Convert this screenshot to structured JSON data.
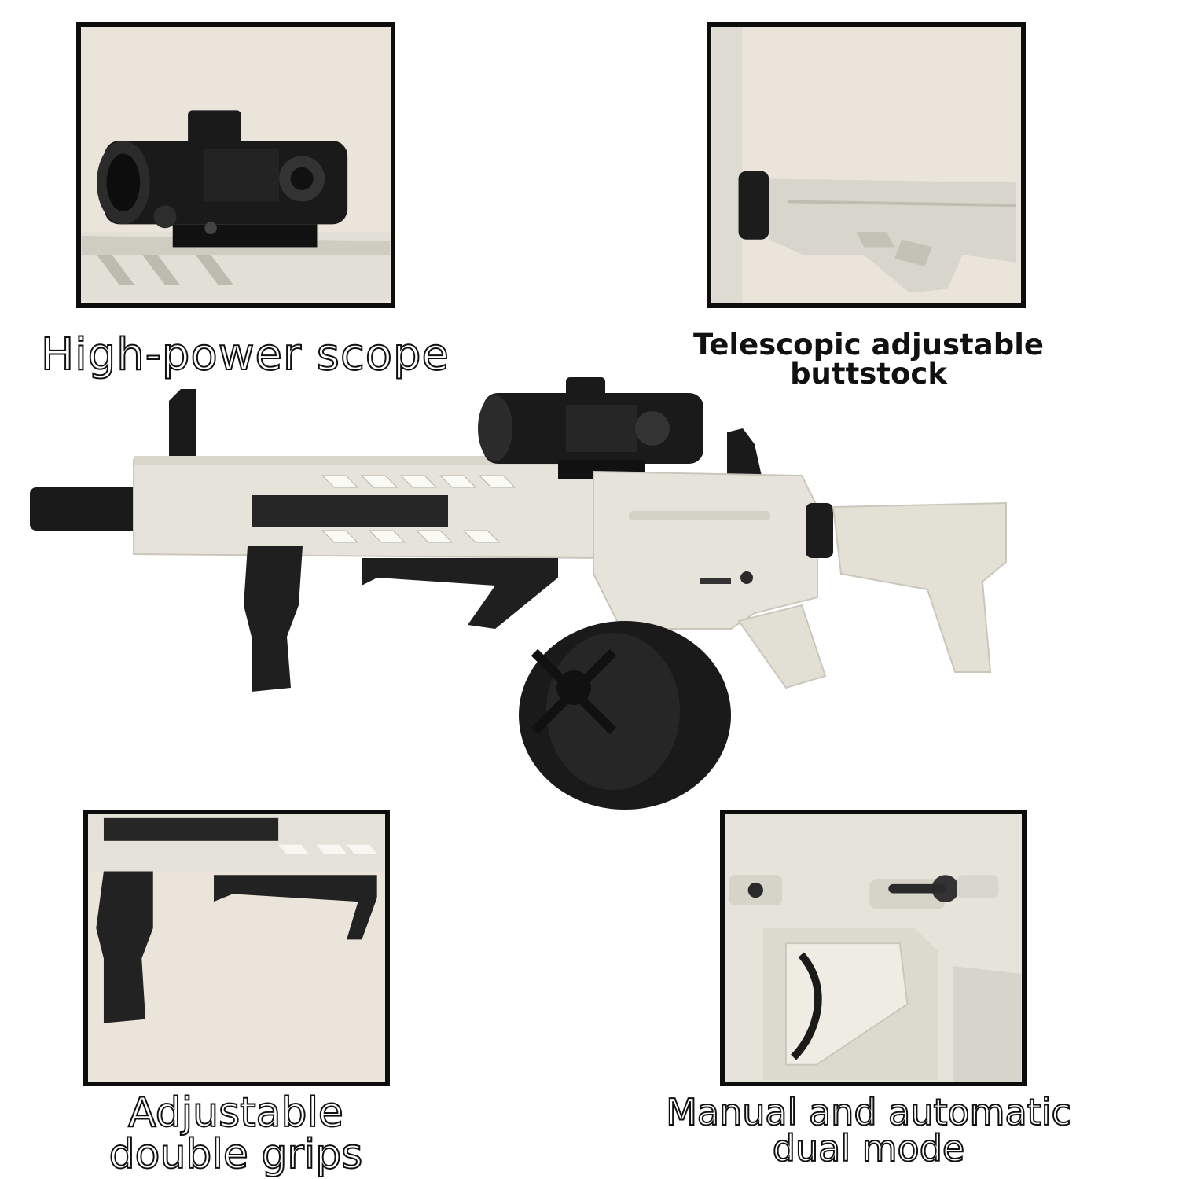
{
  "captions": {
    "scope": "High-power scope",
    "buttstock_line1": "Telescopic adjustable",
    "buttstock_line2": "buttstock",
    "grips_line1": "Adjustable",
    "grips_line2": "double grips",
    "mode_line1": "Manual and automatic",
    "mode_line2": "dual mode"
  },
  "colors": {
    "panel_background": "#ebe4da",
    "panel_border": "#0d0d0d",
    "body_white": "#e6e4da",
    "accessory_black": "#1a1a1a"
  }
}
